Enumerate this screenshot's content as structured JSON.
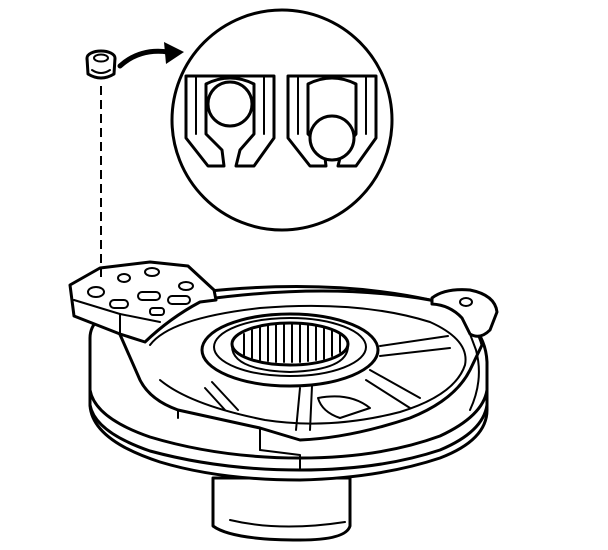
{
  "figure": {
    "description_text": "",
    "parts": {
      "check_ball_valve": "check-ball-valve",
      "detail_inset": "check-ball-detail",
      "pump_cover": "pump-cover"
    }
  }
}
